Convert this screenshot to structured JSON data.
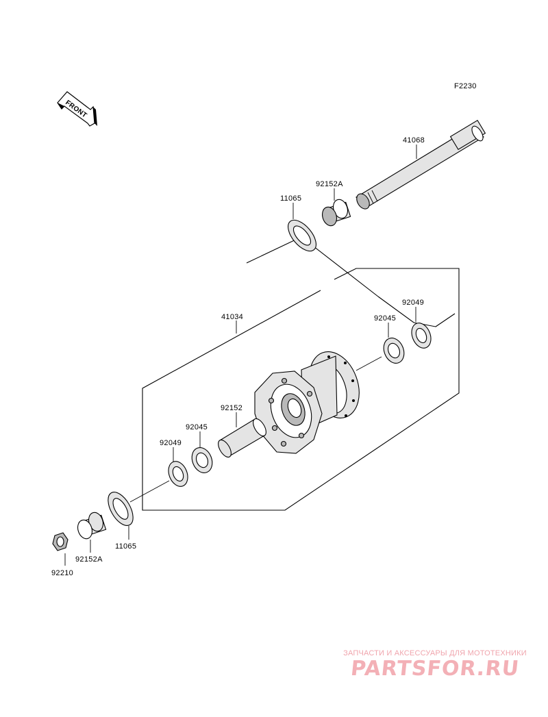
{
  "diagram_code": "F2230",
  "front_arrow_label": "FRONT",
  "parts": {
    "axle": "41068",
    "collar_upper": "92152A",
    "cap_upper": "11065",
    "hub": "41034",
    "seal_right": "92049",
    "bearing_right": "92045",
    "spacer": "92152",
    "bearing_left": "92045",
    "seal_left": "92049",
    "cap_lower": "11065",
    "collar_lower": "92152A",
    "nut": "92210"
  },
  "watermark": {
    "subtitle": "ЗАПЧАСТИ И АКСЕССУАРЫ ДЛЯ МОТОТЕХНИКИ",
    "logo": "PARTSFOR.RU"
  }
}
